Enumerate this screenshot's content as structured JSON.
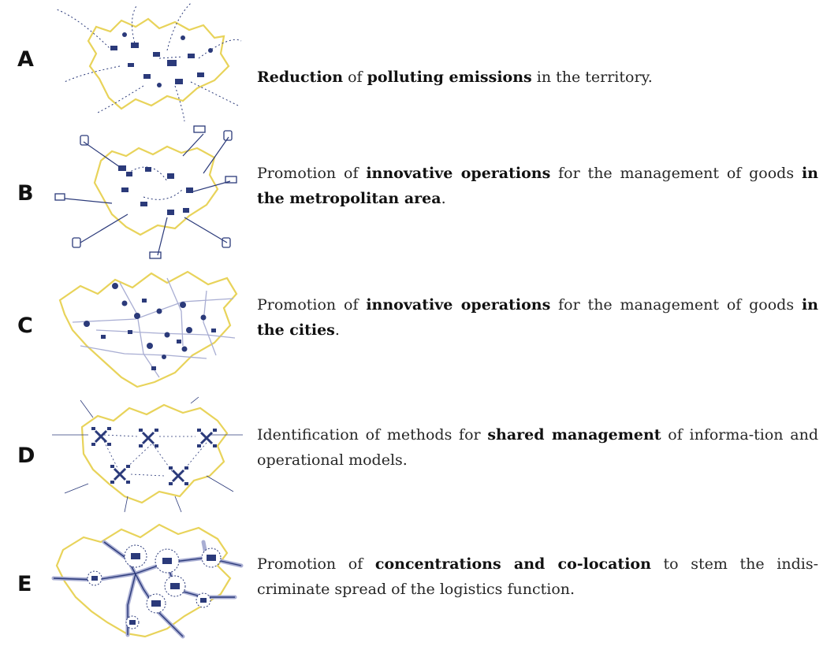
{
  "colors": {
    "outline": "#e8d35a",
    "network": "#2b3a7a",
    "track": "#a9aed3"
  },
  "rows": [
    {
      "letter": "A",
      "segments": [
        {
          "t": "Reduction",
          "b": true
        },
        {
          "t": " of ",
          "b": false
        },
        {
          "t": "polluting emissions",
          "b": true
        },
        {
          "t": " in the territory.",
          "b": false
        }
      ]
    },
    {
      "letter": "B",
      "segments": [
        {
          "t": "Promotion of ",
          "b": false
        },
        {
          "t": "innovative operations",
          "b": true
        },
        {
          "t": " for the management of goods ",
          "b": false
        },
        {
          "t": "in the metropolitan area",
          "b": true
        },
        {
          "t": ".",
          "b": false
        }
      ]
    },
    {
      "letter": "C",
      "segments": [
        {
          "t": "Promotion of ",
          "b": false
        },
        {
          "t": "innovative operations",
          "b": true
        },
        {
          "t": " for the management of goods ",
          "b": false
        },
        {
          "t": "in the cities",
          "b": true
        },
        {
          "t": ".",
          "b": false
        }
      ]
    },
    {
      "letter": "D",
      "segments": [
        {
          "t": "Identification of methods for ",
          "b": false
        },
        {
          "t": "shared management",
          "b": true
        },
        {
          "t": " of informa-tion and operational models.",
          "b": false
        }
      ]
    },
    {
      "letter": "E",
      "segments": [
        {
          "t": "Promotion of ",
          "b": false
        },
        {
          "t": "concentrations and co-location",
          "b": true
        },
        {
          "t": " to stem the indis-criminate spread of the logistics function.",
          "b": false
        }
      ]
    }
  ]
}
